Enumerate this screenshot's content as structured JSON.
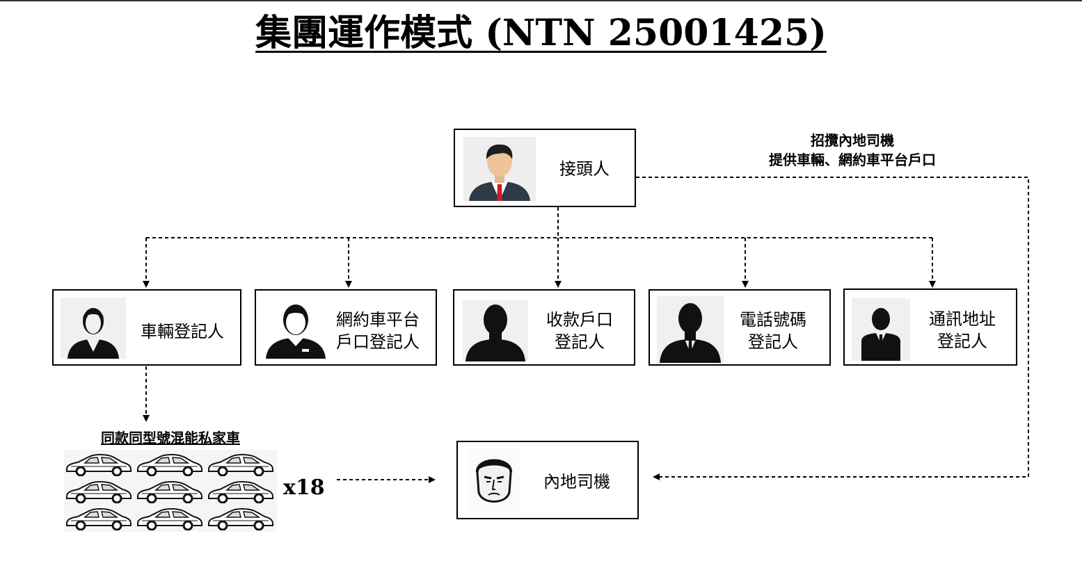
{
  "title": "集團運作模式 (NTN 25001425)",
  "nodes": {
    "boss": {
      "label": "接頭人",
      "icon": "businessman-avatar-icon"
    },
    "vehicle_registrant": {
      "label": "車輛登記人",
      "icon": "person-silhouette-icon"
    },
    "platform_registrant": {
      "label": "網約車平台\n戶口登記人",
      "icon": "person-outline-icon"
    },
    "account_registrant": {
      "label": "收款戶口\n登記人",
      "icon": "person-silhouette-icon"
    },
    "phone_registrant": {
      "label": "電話號碼\n登記人",
      "icon": "suit-silhouette-icon"
    },
    "address_registrant": {
      "label": "通訊地址\n登記人",
      "icon": "suit-silhouette-icon"
    },
    "driver": {
      "label": "內地司機",
      "icon": "driver-face-icon"
    }
  },
  "annotation": "招攬內地司機\n提供車輛、網約車平台戶口",
  "cars": {
    "caption": "同款同型號混能私家車",
    "count_label": "x18",
    "icon": "car-icon"
  }
}
